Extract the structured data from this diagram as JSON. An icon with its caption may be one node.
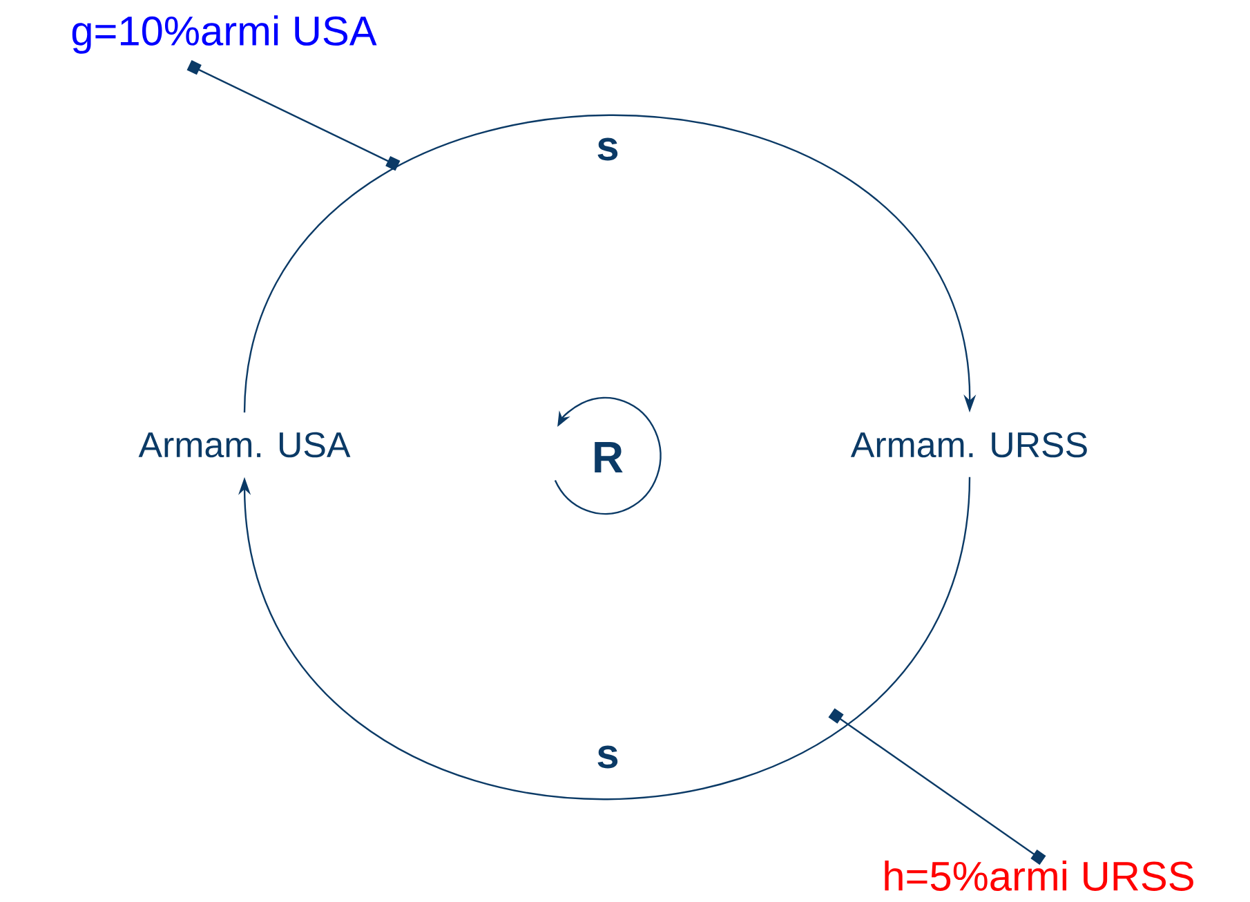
{
  "diagram": {
    "nodes": [
      {
        "text": [
          "Armam. USA"
        ]
      },
      {
        "text": [
          "Armam. URSS"
        ]
      },
      {
        "text": [
          "g=10%armi USA"
        ]
      },
      {
        "text": [
          "h=5%armi URSS"
        ]
      }
    ],
    "edges": [
      {
        "from": 0,
        "to": 1,
        "arrow": "to",
        "label": "s"
      },
      {
        "from": 1,
        "to": 0,
        "arrow": "to",
        "label": "s"
      },
      {
        "from": 2,
        "to": null,
        "arrow": "other"
      },
      {
        "from": 3,
        "to": null,
        "arrow": "other"
      }
    ],
    "labels": [
      "R"
    ]
  }
}
